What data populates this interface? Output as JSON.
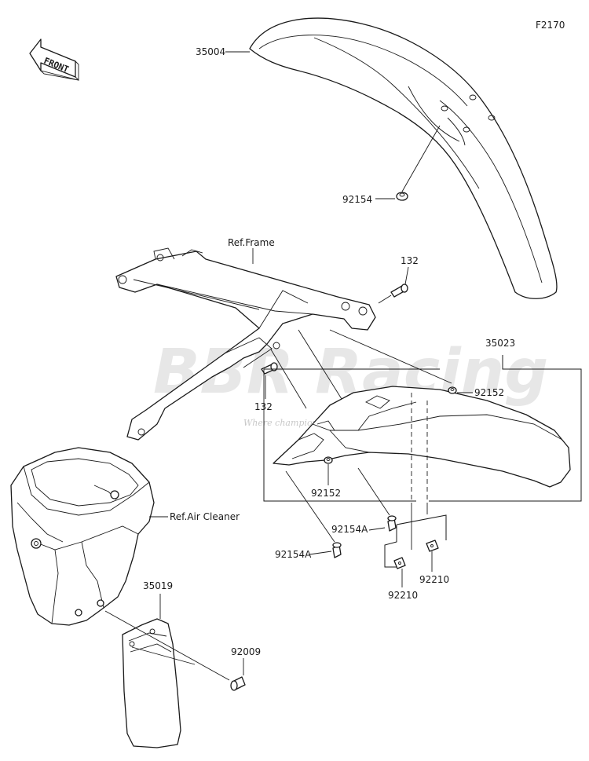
{
  "diagram_code": "F2170",
  "front_badge": "FRONT",
  "watermark": {
    "brand": "BBR Racing",
    "tagline": "Where champions shop for parts"
  },
  "parts": {
    "p35004": "35004",
    "p92154_top": "92154",
    "p132_a": "132",
    "p132_b": "132",
    "p35023": "35023",
    "p92152_a": "92152",
    "p92152_b": "92152",
    "p92154A_a": "92154A",
    "p92154A_b": "92154A",
    "p92210_a": "92210",
    "p92210_b": "92210",
    "p35019": "35019",
    "p92009": "92009"
  },
  "references": {
    "frame": "Ref.Frame",
    "air_cleaner": "Ref.Air Cleaner"
  }
}
